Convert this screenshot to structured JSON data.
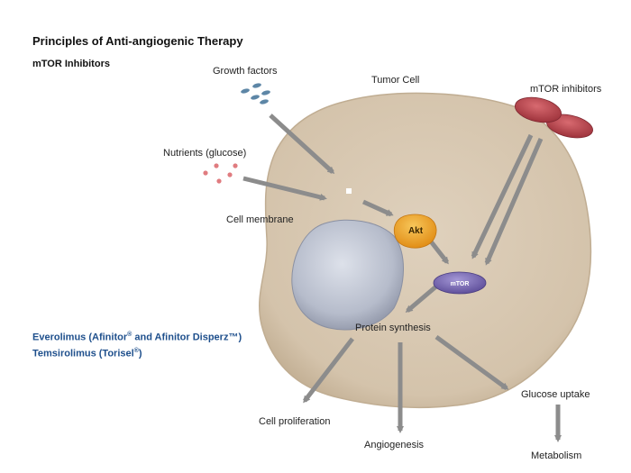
{
  "title": "Principles of Anti-angiogenic Therapy",
  "subtitle": "mTOR Inhibitors",
  "labels": {
    "growth_factors": "Growth factors",
    "tumor_cell": "Tumor Cell",
    "mtor_inhibitors": "mTOR inhibitors",
    "nutrients": "Nutrients (glucose)",
    "cell_membrane": "Cell membrane",
    "akt": "Akt",
    "mtor": "mTOR",
    "protein_synthesis": "Protein synthesis",
    "cell_proliferation": "Cell proliferation",
    "angiogenesis": "Angiogenesis",
    "glucose_uptake": "Glucose uptake",
    "metabolism": "Metabolism"
  },
  "drugs": {
    "everolimus_pre": "Everolimus (Afinitor",
    "everolimus_reg": "®",
    "everolimus_post": " and Afinitor Disperz™)",
    "temsirolimus_pre": "Temsirolimus (Torisel",
    "temsirolimus_reg": "®",
    "temsirolimus_post": ")"
  },
  "colors": {
    "cell": "#d9c9b3",
    "nucleus": "#b7bccb",
    "akt": "#f0a226",
    "mtor": "#7b6bb0",
    "inhibitor": "#b8444c",
    "arrow": "#8c8c8c",
    "drug_text": "#1e4f8c"
  }
}
